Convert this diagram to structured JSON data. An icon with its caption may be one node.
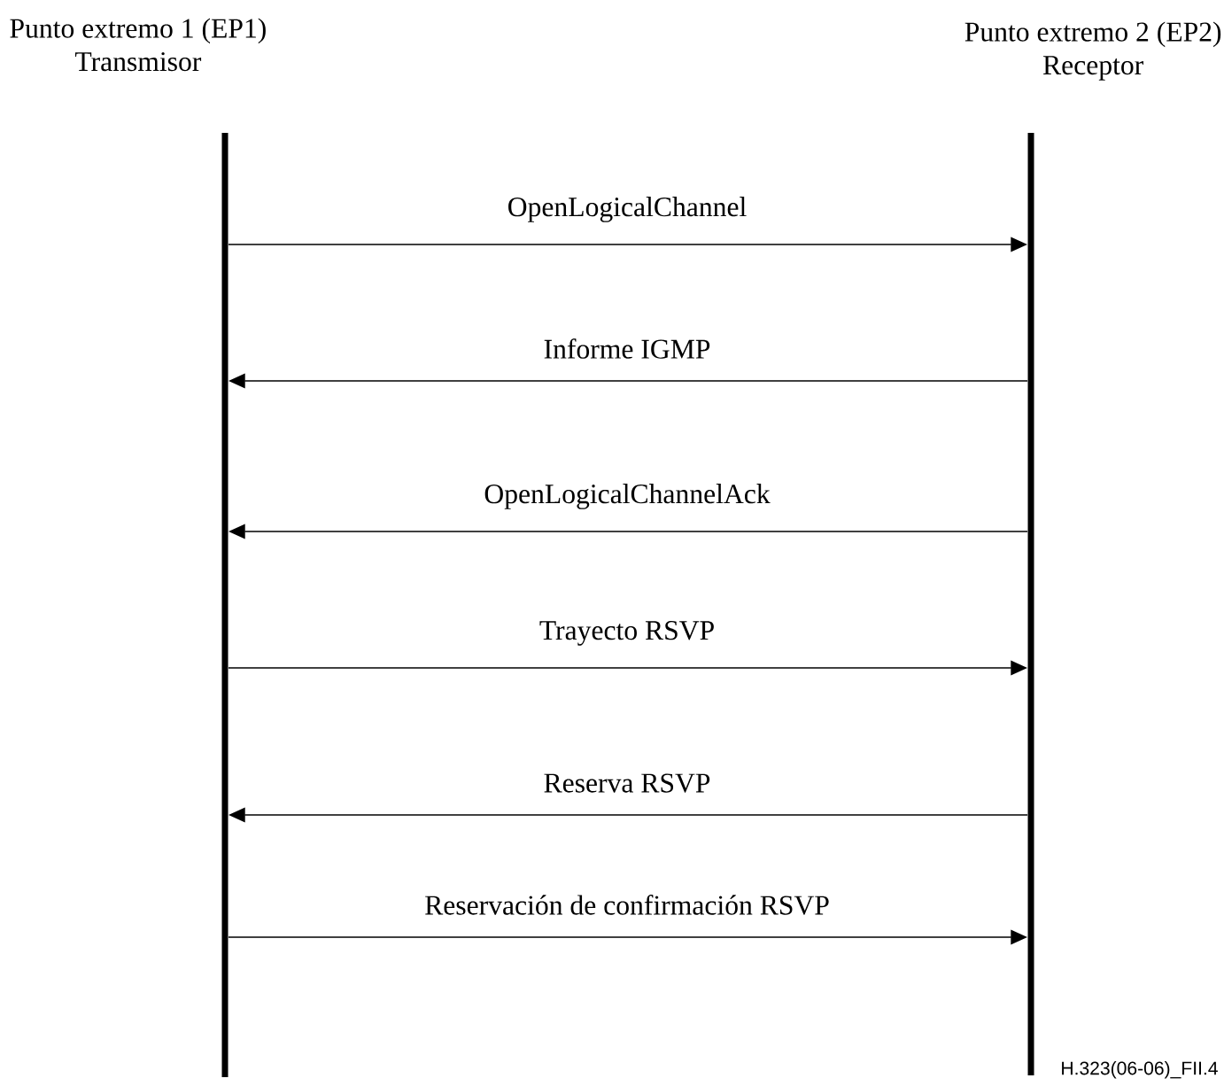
{
  "diagram": {
    "nodes": [
      {
        "text": [
          "Punto extremo 1 (EP1)",
          "Transmisor"
        ]
      },
      {
        "text": [
          "Punto extremo 2 (EP2)",
          "Receptor"
        ]
      },
      {
        "text": [],
        "shape": "bar"
      },
      {
        "text": [],
        "shape": "bar"
      }
    ],
    "edges": [
      {
        "from": 2,
        "to": 3,
        "arrow": "to",
        "label": "OpenLogicalChannel"
      },
      {
        "from": 3,
        "to": 2,
        "arrow": "to",
        "label": "Informe IGMP"
      },
      {
        "from": 3,
        "to": 2,
        "arrow": "to",
        "label": "OpenLogicalChannelAck"
      },
      {
        "from": 2,
        "to": 3,
        "arrow": "to",
        "label": "Trayecto RSVP"
      },
      {
        "from": 3,
        "to": 2,
        "arrow": "to",
        "label": "Reserva RSVP"
      },
      {
        "from": 2,
        "to": 3,
        "arrow": "to",
        "label": "Reservación de confirmación RSVP"
      }
    ],
    "labels": [
      "H.323(06-06)_FII.4"
    ]
  }
}
